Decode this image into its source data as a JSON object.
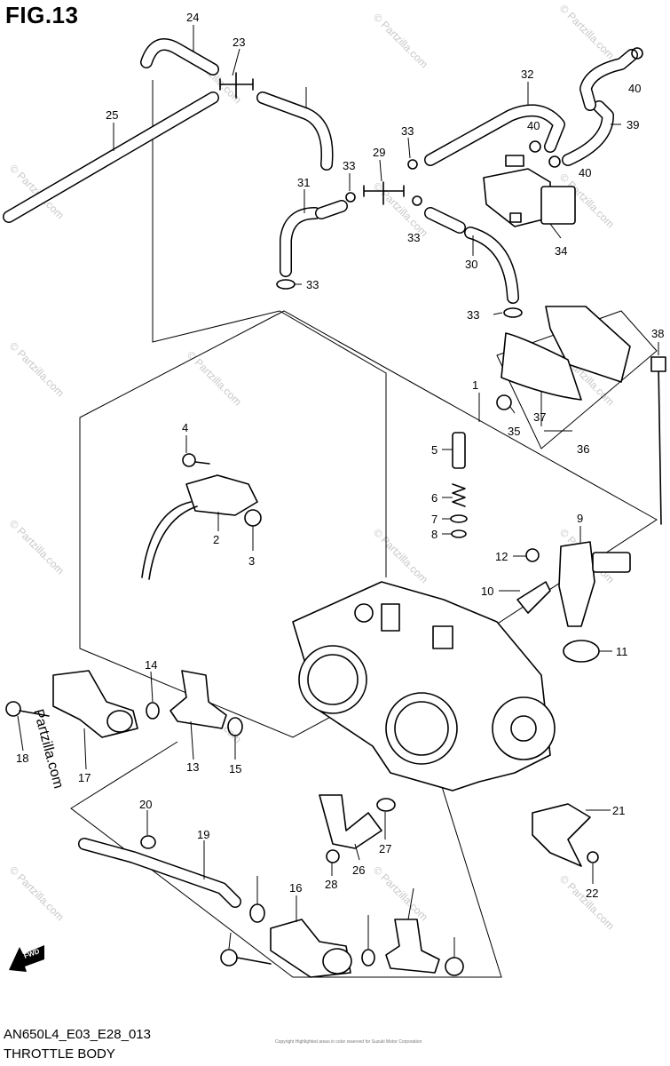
{
  "figure_title": "FIG.13",
  "diagram_code": "AN650L4_E03_E28_013",
  "section_title": "THROTTLE BODY",
  "direction_label": "FWD",
  "watermark": "© Partzilla.com",
  "side_watermark": "Partzilla.com",
  "copyright_note": "Copyright\nHighlighted areas in color reserved for Suzuki Motor Corporation",
  "callouts": [
    "1",
    "2",
    "3",
    "4",
    "5",
    "6",
    "7",
    "8",
    "9",
    "10",
    "11",
    "12",
    "13",
    "14",
    "15",
    "16",
    "17",
    "18",
    "19",
    "20",
    "21",
    "22",
    "23",
    "24",
    "25",
    "26",
    "27",
    "28",
    "29",
    "30",
    "31",
    "32",
    "33",
    "34",
    "35",
    "36",
    "37",
    "38",
    "39",
    "40"
  ],
  "colors": {
    "ink": "#000000",
    "watermark": "#c8c8c8",
    "background": "#ffffff"
  }
}
